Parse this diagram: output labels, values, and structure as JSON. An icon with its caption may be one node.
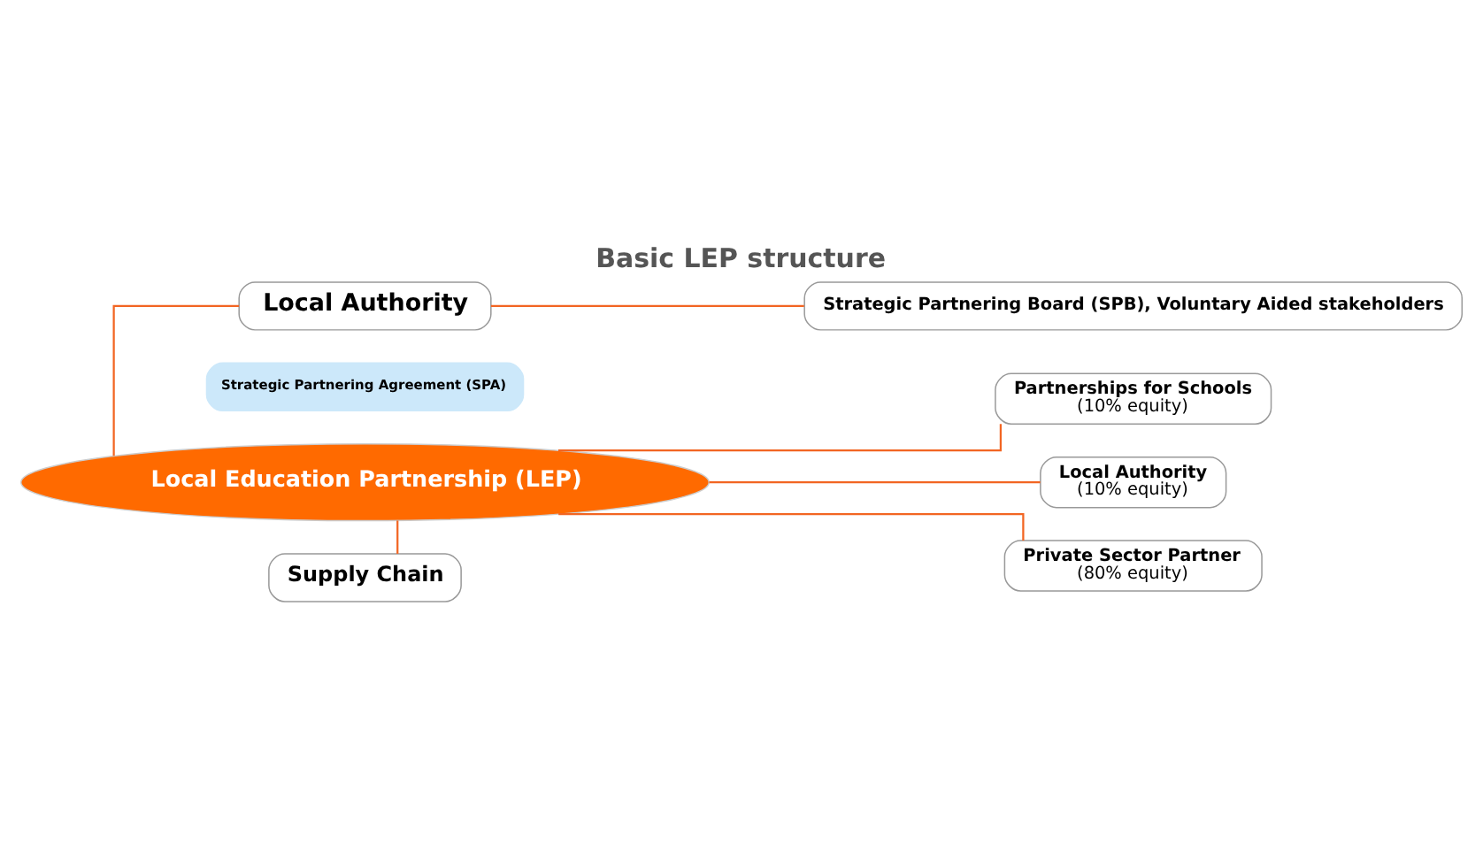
{
  "diagram": {
    "title": "Basic LEP structure",
    "nodes": [
      {
        "text": [
          "Local Authority"
        ]
      },
      {
        "text": [
          "Strategic Partnering Board (SPB), Voluntary Aided stakeholders"
        ]
      },
      {
        "text": [
          "Strategic Partnering Agreement (SPA)"
        ]
      },
      {
        "text": [
          "Local Education Partnership (LEP)"
        ]
      },
      {
        "text": [
          "Partnerships for Schools",
          "(10% equity)"
        ]
      },
      {
        "text": [
          "Local Authority",
          "(10% equity)"
        ]
      },
      {
        "text": [
          "Private Sector Partner",
          "(80% equity)"
        ]
      },
      {
        "text": [
          "Supply Chain"
        ]
      }
    ],
    "edges": [
      {
        "from": 0,
        "to": 1,
        "arrow": "none"
      },
      {
        "from": 0,
        "to": 3,
        "arrow": "none"
      },
      {
        "from": 3,
        "to": 4,
        "arrow": "none"
      },
      {
        "from": 3,
        "to": 5,
        "arrow": "none"
      },
      {
        "from": 3,
        "to": 6,
        "arrow": "none"
      },
      {
        "from": 3,
        "to": 7,
        "arrow": "none"
      }
    ]
  }
}
